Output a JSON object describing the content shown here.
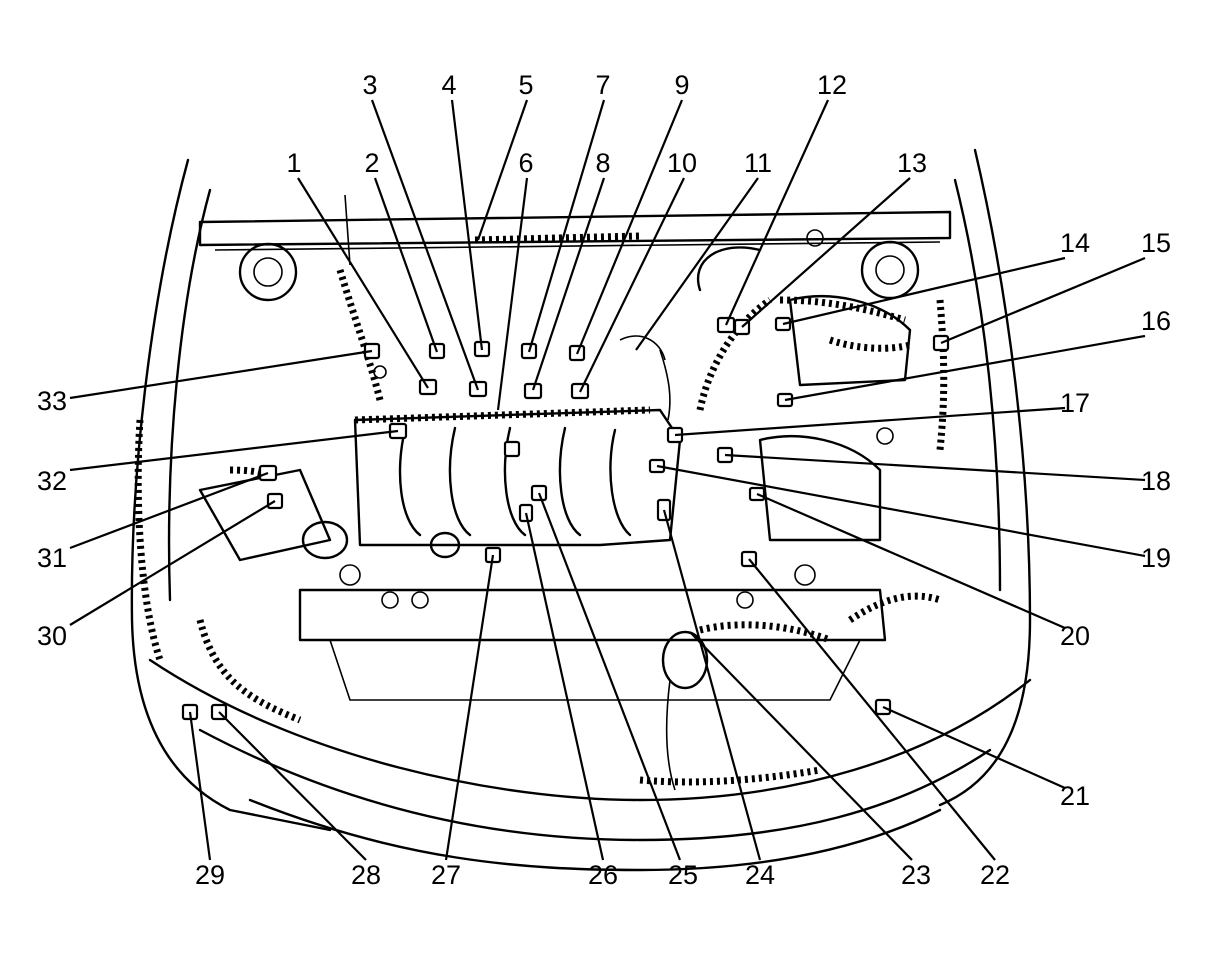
{
  "callouts": [
    {
      "label": "1"
    },
    {
      "label": "2"
    },
    {
      "label": "3"
    },
    {
      "label": "4"
    },
    {
      "label": "5"
    },
    {
      "label": "6"
    },
    {
      "label": "7"
    },
    {
      "label": "8"
    },
    {
      "label": "9"
    },
    {
      "label": "10"
    },
    {
      "label": "11"
    },
    {
      "label": "12"
    },
    {
      "label": "13"
    },
    {
      "label": "14"
    },
    {
      "label": "15"
    },
    {
      "label": "16"
    },
    {
      "label": "17"
    },
    {
      "label": "18"
    },
    {
      "label": "19"
    },
    {
      "label": "20"
    },
    {
      "label": "21"
    },
    {
      "label": "22"
    },
    {
      "label": "23"
    },
    {
      "label": "24"
    },
    {
      "label": "25"
    },
    {
      "label": "26"
    },
    {
      "label": "27"
    },
    {
      "label": "28"
    },
    {
      "label": "29"
    },
    {
      "label": "30"
    },
    {
      "label": "31"
    },
    {
      "label": "32"
    },
    {
      "label": "33"
    }
  ]
}
